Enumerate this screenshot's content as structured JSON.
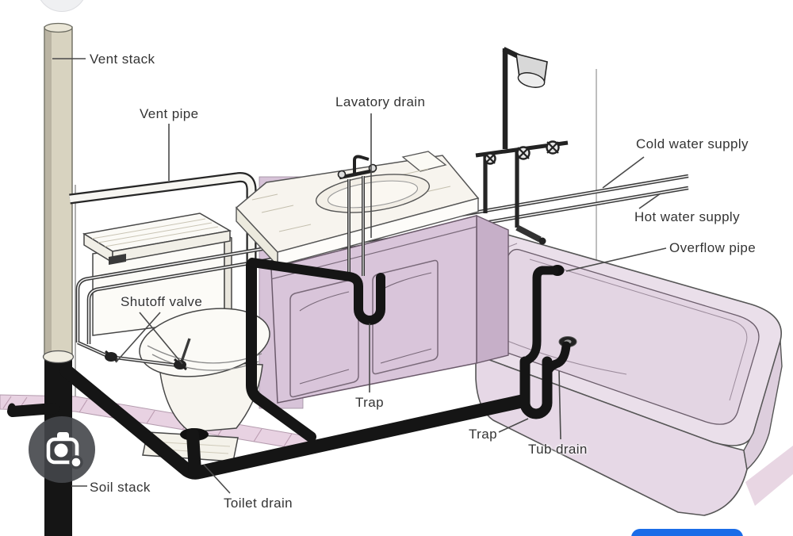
{
  "diagram": {
    "labels": {
      "vent_stack": "Vent stack",
      "vent_pipe": "Vent pipe",
      "lavatory_drain": "Lavatory drain",
      "cold_water_supply": "Cold water supply",
      "hot_water_supply": "Hot water supply",
      "overflow_pipe": "Overflow pipe",
      "shutoff_valve": "Shutoff valve",
      "sink_trap": "Trap",
      "soil_stack": "Soil stack",
      "toilet_drain": "Toilet drain",
      "tub_trap": "Trap",
      "tub_drain": "Tub drain"
    },
    "colors": {
      "pipe_black": "#151515",
      "vent_stack_beige": "#d8d3c0",
      "cabinet_mauve": "#d9c5da",
      "tub_mauve": "#e8dce8",
      "wall_panel_mauve": "#d7c3d8",
      "floor_strip_pink": "#e8d2e2",
      "accent_blue": "#1a6ce8",
      "lens_button_gray": "#44464a"
    }
  },
  "ui": {
    "lens_button": {
      "icon": "camera-lens-icon"
    },
    "partial_top_button": {},
    "bottom_blue_button": {}
  }
}
